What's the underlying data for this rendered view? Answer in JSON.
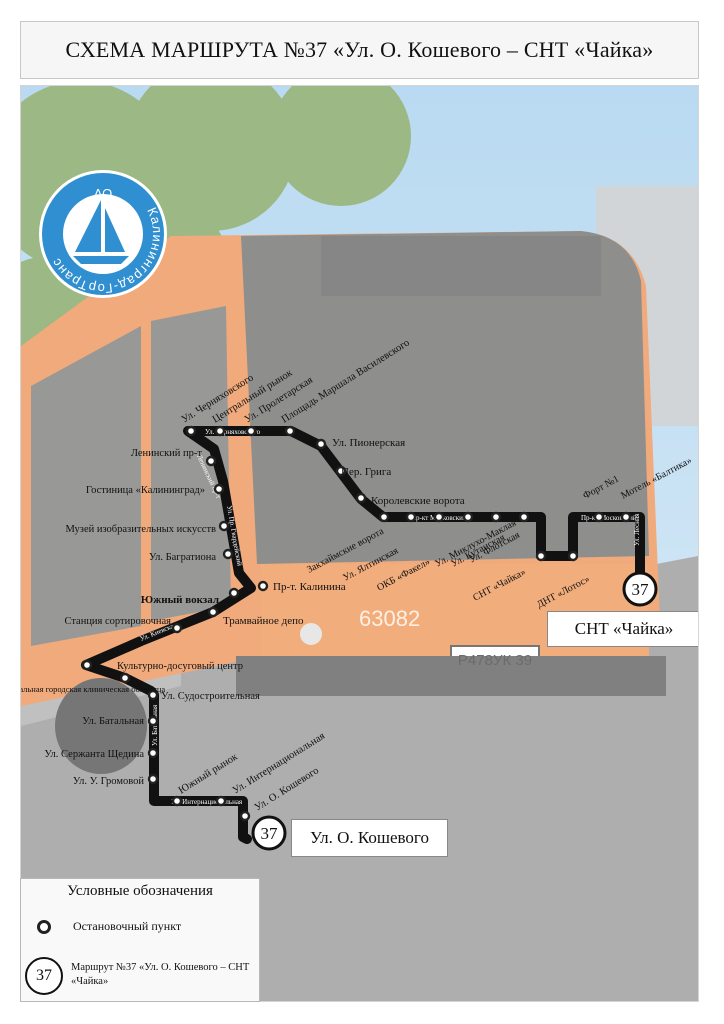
{
  "title": "СХЕМА МАРШРУТА №37 «Ул. О. Кошевого – СНТ «Чайка»",
  "logo": {
    "org": "АО",
    "ring_text": "Калининград-ГорТранс",
    "color": "#2f8fd1"
  },
  "bus": {
    "fleet_number": "63082",
    "plate": "Р478УК 39",
    "body_color": "#e8772b"
  },
  "route": {
    "number": "37",
    "color": "#111111",
    "start_terminal": "Ул. О. Кошевого",
    "end_terminal": "СНТ «Чайка»"
  },
  "stops": [
    "Ул. Черняховского",
    "Центральный рынок",
    "Ул. Пролетарская",
    "Площадь Маршала Василевского",
    "Ул. Пионерская",
    "Пер. Грига",
    "Королевские ворота",
    "Закхаймские ворота",
    "Ул. Ялтинская",
    "ОКБ «Факел»",
    "Ул. Миклухо-Маклая",
    "Ул. Кутанская",
    "Ул. Флотская",
    "СНТ «Чайка»",
    "ДНТ «Лотос»",
    "Форт №1",
    "Мотель «Балтика»",
    "Ленинский пр-т",
    "Гостиница «Калининград»",
    "Музей изобразительных искусств",
    "Ул. Багратиона",
    "Южный вокзал",
    "Пр-т. Калинина",
    "Трамвайное депо",
    "Станция сортировочная",
    "Культурно-досуговый центр",
    "Центральная городская клиническая больница",
    "Ул. Судостроительная",
    "Ул. Батальная",
    "Ул. Сержанта Щедина",
    "Ул. У. Громовой",
    "Южный рынок",
    "Ул. Интернациональная",
    "Ул. О. Кошевого"
  ],
  "street_labels": [
    "Ул. Черняховского",
    "Ленинский пр-т",
    "Ул. Пр. Гвардейский",
    "Пр-кт Московский",
    "Пр-кт Московский",
    "Ул. Лесная",
    "Ул. Киевская",
    "Ул. Батальная",
    "Ул. Интернациональная"
  ],
  "legend": {
    "title": "Условные обозначения",
    "stop_label": "Остановочный пункт",
    "route_label": "Маршрут №37 «Ул. О. Кошевого – СНТ «Чайка»"
  }
}
